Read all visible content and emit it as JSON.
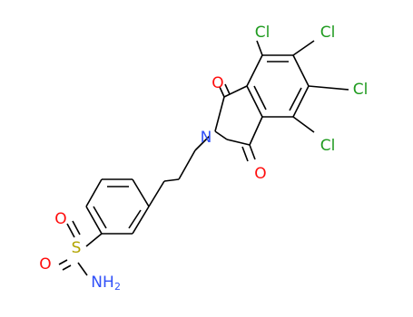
{
  "molecule": {
    "atoms": {
      "cl1": "Cl",
      "cl2": "Cl",
      "cl3": "Cl",
      "cl4": "Cl",
      "o1": "O",
      "o2": "O",
      "n1": "N",
      "s1": "S",
      "o3": "O",
      "o4": "O",
      "nh2_n": "NH",
      "nh2_sub": "2"
    },
    "colors": {
      "chlorine": "#1f9b1f",
      "oxygen": "#ff0d0d",
      "nitrogen": "#3050f8",
      "sulfur": "#b2a400",
      "bond": "#000000"
    }
  }
}
